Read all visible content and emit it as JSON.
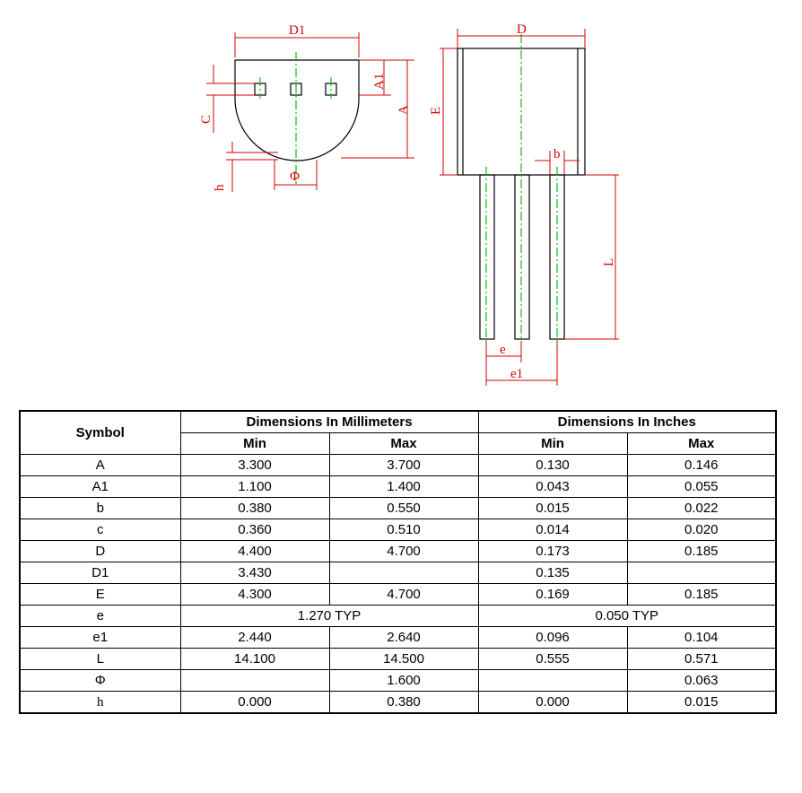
{
  "drawing": {
    "labels": {
      "D1": "D1",
      "D": "D",
      "A1": "A1",
      "A": "A",
      "C": "C",
      "E": "E",
      "h": "h",
      "phi": "Φ",
      "b": "b",
      "L": "L",
      "e": "e",
      "e1": "e1"
    }
  },
  "table": {
    "symbol_header": "Symbol",
    "mm_header": "Dimensions In Millimeters",
    "in_header": "Dimensions In Inches",
    "min_label": "Min",
    "max_label": "Max",
    "rows": [
      {
        "symbol": "A",
        "mm_min": "3.300",
        "mm_max": "3.700",
        "in_min": "0.130",
        "in_max": "0.146"
      },
      {
        "symbol": "A1",
        "mm_min": "1.100",
        "mm_max": "1.400",
        "in_min": "0.043",
        "in_max": "0.055"
      },
      {
        "symbol": "b",
        "mm_min": "0.380",
        "mm_max": "0.550",
        "in_min": "0.015",
        "in_max": "0.022"
      },
      {
        "symbol": "c",
        "mm_min": "0.360",
        "mm_max": "0.510",
        "in_min": "0.014",
        "in_max": "0.020"
      },
      {
        "symbol": "D",
        "mm_min": "4.400",
        "mm_max": "4.700",
        "in_min": "0.173",
        "in_max": "0.185"
      },
      {
        "symbol": "D1",
        "mm_min": "3.430",
        "mm_max": "",
        "in_min": "0.135",
        "in_max": ""
      },
      {
        "symbol": "E",
        "mm_min": "4.300",
        "mm_max": "4.700",
        "in_min": "0.169",
        "in_max": "0.185"
      },
      {
        "symbol": "e",
        "mm_typ": "1.270 TYP",
        "in_typ": "0.050 TYP"
      },
      {
        "symbol": "e1",
        "mm_min": "2.440",
        "mm_max": "2.640",
        "in_min": "0.096",
        "in_max": "0.104"
      },
      {
        "symbol": "L",
        "mm_min": "14.100",
        "mm_max": "14.500",
        "in_min": "0.555",
        "in_max": "0.571"
      },
      {
        "symbol": "Φ",
        "mm_min": "",
        "mm_max": "1.600",
        "in_min": "",
        "in_max": "0.063"
      },
      {
        "symbol": "h",
        "mm_min": "0.000",
        "mm_max": "0.380",
        "in_min": "0.000",
        "in_max": "0.015"
      }
    ]
  }
}
